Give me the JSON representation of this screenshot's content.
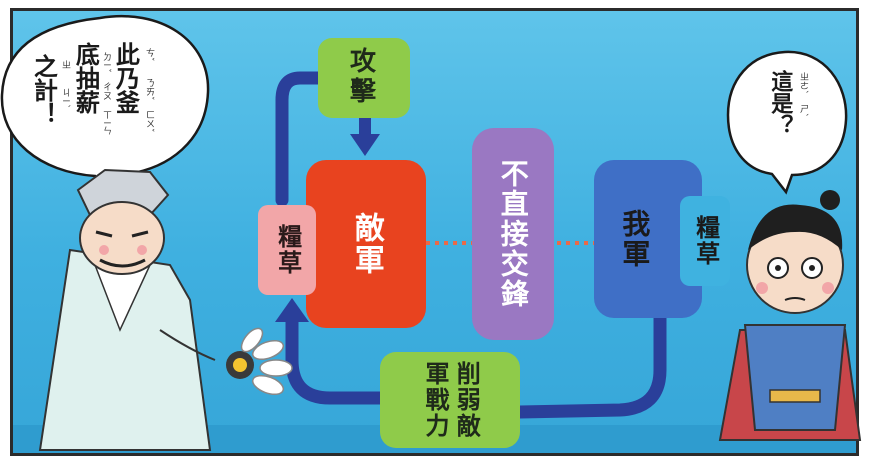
{
  "colors": {
    "sky": "#4ab8e6",
    "enemy": "#e8431f",
    "attack": "#8fcb4a",
    "indirect": "#9a78c2",
    "ours": "#3f6fc6",
    "grain_enemy": "#f2a6a8",
    "grain_ours": "#3fb2e0",
    "arrow": "#2a3f9a",
    "dots": "#e86a4a"
  },
  "bubble_left": {
    "lines": [
      "此乃釜",
      "底抽薪",
      "之計！"
    ],
    "zhuyin": [
      "ㄘˇ",
      "ㄋㄞˇ",
      "ㄈㄨˇ",
      "ㄉㄧˇ",
      "ㄔㄡ",
      "ㄒㄧㄣ",
      "ㄓ",
      "ㄐㄧˋ"
    ]
  },
  "bubble_right": {
    "lines": [
      "這是？"
    ],
    "zhuyin": [
      "ㄓㄜˋ",
      "ㄕˋ"
    ]
  },
  "diagram": {
    "attack": "攻擊",
    "enemy": "敵軍",
    "enemy_grain": "糧草",
    "indirect": "不直接交鋒",
    "ours": "我軍",
    "our_grain": "糧草",
    "weaken_col1": "削弱敵",
    "weaken_col2": "軍戰力"
  },
  "icons": {
    "fan": "feather-fan-icon",
    "strategist": "strategist-character-icon",
    "soldier": "soldier-character-icon"
  }
}
